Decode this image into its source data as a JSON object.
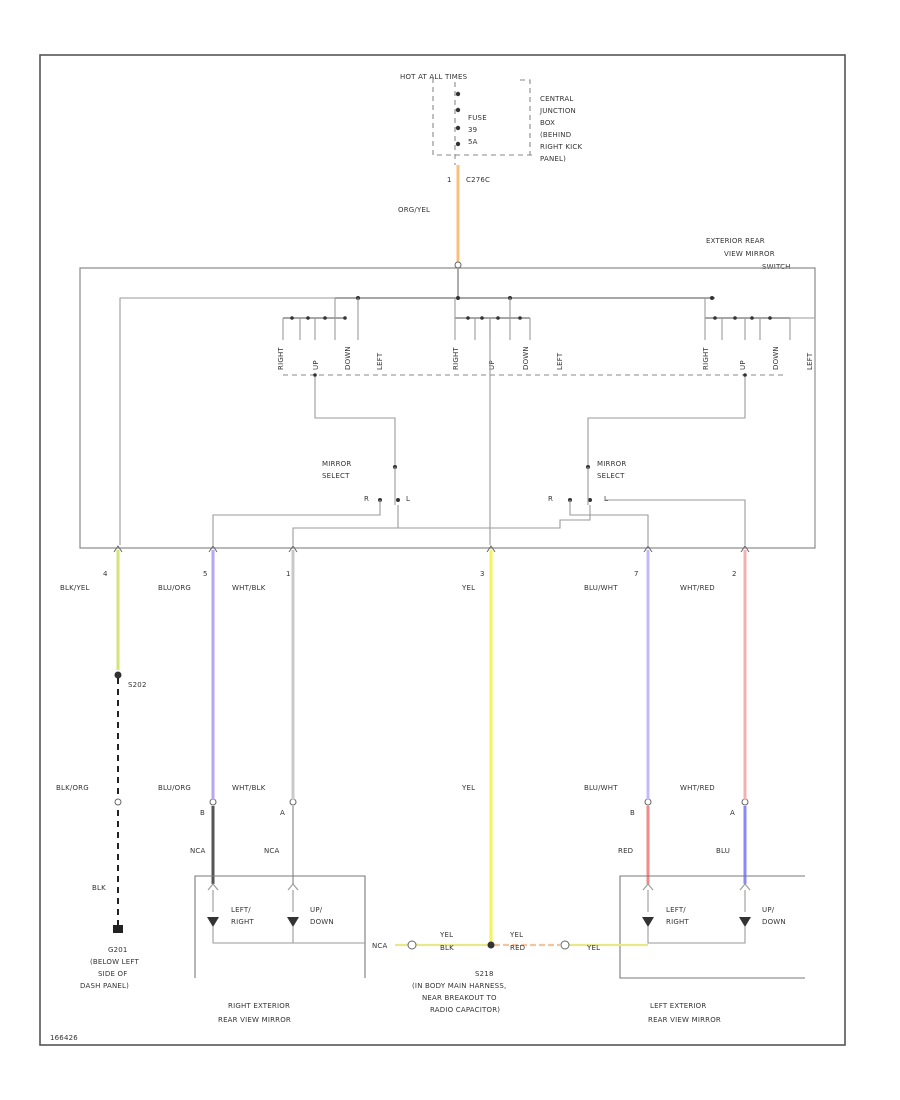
{
  "diagram": {
    "fuse_source": {
      "hot_label": "HOT AT ALL TIMES",
      "fuse_lines": [
        "FUSE",
        "39",
        "5A"
      ],
      "junction_box_lines": [
        "CENTRAL",
        "JUNCTION",
        "BOX",
        "(BEHIND",
        "RIGHT KICK",
        "PANEL)"
      ],
      "connector_pin": "1",
      "connector_id": "C276C"
    },
    "feed_wire": {
      "color_label": "ORG/YEL",
      "wire_color": "#f6c27a"
    },
    "switch": {
      "title_lines": [
        "EXTERIOR REAR",
        "VIEW MIRROR",
        "SWITCH"
      ],
      "contact_labels": {
        "left_group": [
          "RIGHT",
          "UP",
          "DOWN",
          "LEFT"
        ],
        "center_group": [
          "RIGHT",
          "UP",
          "DOWN",
          "LEFT"
        ],
        "right_group": [
          "RIGHT",
          "UP",
          "DOWN",
          "LEFT"
        ]
      },
      "selector_left_lines": [
        "MIRROR",
        "SELECT"
      ],
      "selector_right_lines": [
        "MIRROR",
        "SELECT"
      ],
      "selector_left_positions": [
        "R",
        "L"
      ],
      "selector_right_positions": [
        "R",
        "L"
      ]
    },
    "harness_wires": [
      {
        "pin": "4",
        "label": "BLK/YEL",
        "color": "#d6e27a"
      },
      {
        "pin": "5",
        "label": "BLU/ORG",
        "color": "#b7a6f2"
      },
      {
        "pin": "1",
        "label": "WHT/BLK",
        "color": "#c9c9c9"
      },
      {
        "pin": "3",
        "label": "YEL",
        "color": "#f3f35b"
      },
      {
        "pin": "7",
        "label": "BLU/WHT",
        "color": "#c1bcf6"
      },
      {
        "pin": "2",
        "label": "WHT/RED",
        "color": "#f2b1b1"
      }
    ],
    "ground_circuit": {
      "splice": "S202",
      "wire_label_top": "BLK/ORG",
      "wire_label_bottom": "BLK",
      "ground_id": "G201",
      "ground_location_lines": [
        "(BELOW LEFT",
        "SIDE OF",
        "DASH PANEL)"
      ]
    },
    "right_mirror": {
      "in_labels": [
        "BLU/ORG",
        "WHT/BLK"
      ],
      "pins": [
        "B",
        "A"
      ],
      "out_labels": [
        "NCA",
        "NCA"
      ],
      "motor_labels": [
        [
          "LEFT/",
          "RIGHT"
        ],
        [
          "UP/",
          "DOWN"
        ]
      ],
      "title_lines": [
        "RIGHT EXTERIOR",
        "REAR VIEW MIRROR"
      ],
      "common_label": "NCA"
    },
    "left_mirror": {
      "in_labels": [
        "BLU/WHT",
        "WHT/RED"
      ],
      "pins": [
        "B",
        "A"
      ],
      "out_labels": [
        "RED",
        "BLU"
      ],
      "out_colors": [
        "#ef8a8a",
        "#8a8af2"
      ],
      "motor_labels": [
        [
          "LEFT/",
          "RIGHT"
        ],
        [
          "UP/",
          "DOWN"
        ]
      ],
      "title_lines": [
        "LEFT EXTERIOR",
        "REAR VIEW MIRROR"
      ]
    },
    "center_wire": {
      "label": "YEL",
      "lower_label": "YEL",
      "splice_left_labels": [
        "YEL",
        "BLK"
      ],
      "splice_right_labels": [
        "YEL",
        "RED"
      ],
      "right_tail_label": "YEL",
      "splice_id": "S218",
      "splice_location_lines": [
        "(IN BODY MAIN HARNESS,",
        "NEAR BREAKOUT TO",
        "RADIO CAPACITOR)"
      ]
    },
    "figure_id": "166426"
  }
}
